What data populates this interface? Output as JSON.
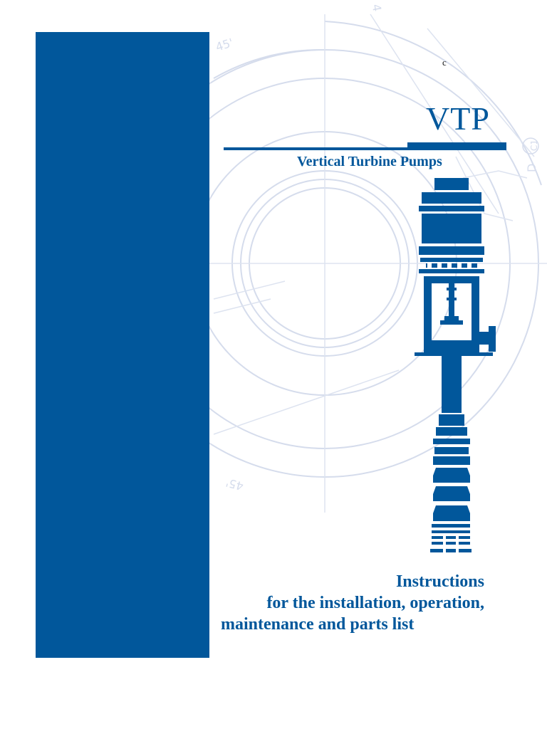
{
  "cover": {
    "corner_mark": "c",
    "title": "VTP",
    "subtitle": "Vertical Turbine Pumps",
    "instructions_line1": "Instructions",
    "instructions_line2": "for the installation, operation,",
    "instructions_line3": "maintenance and parts list"
  },
  "drawing_labels": {
    "angle_top": "45'",
    "angle_bottom": "45'",
    "top_number": "4",
    "side_label": "D",
    "circle_label": "C1"
  },
  "colors": {
    "brand_blue": "#01579b",
    "drawing_line": "#d5dcec"
  },
  "icons": [
    "vertical-turbine-pump-illustration"
  ]
}
